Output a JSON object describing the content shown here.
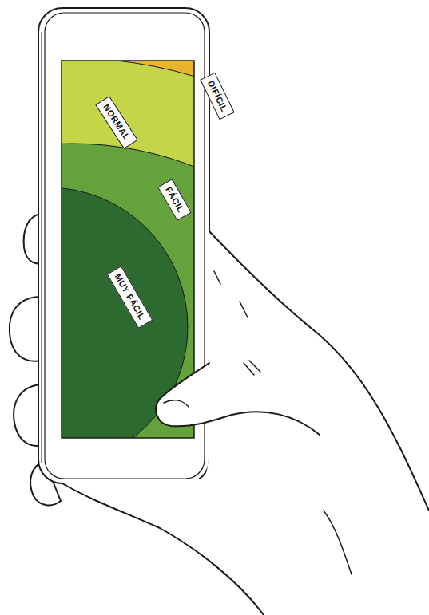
{
  "diagram": {
    "nodes": [
      {
        "text": [
          "NORMAL"
        ]
      },
      {
        "text": [
          "DIFÍCIL"
        ]
      },
      {
        "text": [
          "FÁCIL"
        ]
      },
      {
        "text": [
          "MUY FÁCIL"
        ]
      }
    ]
  }
}
